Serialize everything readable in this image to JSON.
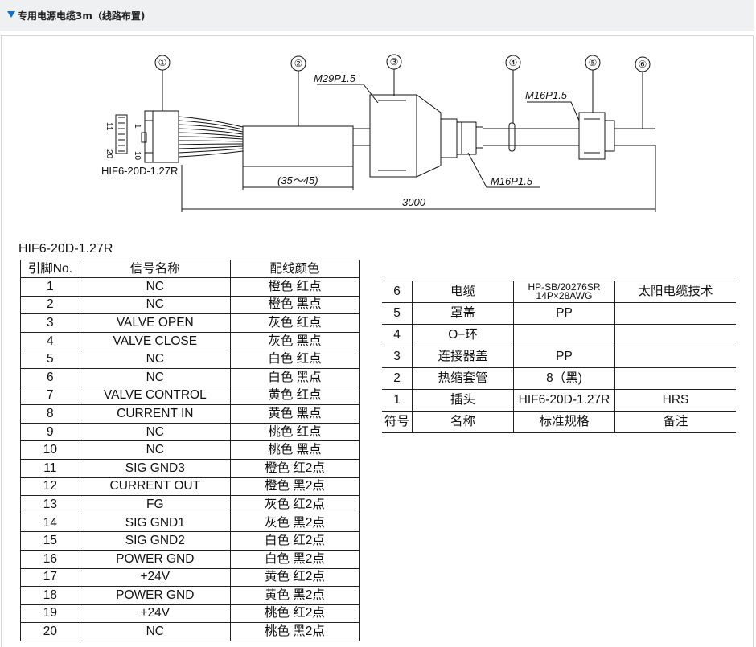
{
  "header": {
    "title": "专用电源电缆3m（线路布置)"
  },
  "drawing": {
    "callouts": [
      "①",
      "②",
      "③",
      "④",
      "⑤",
      "⑥"
    ],
    "labels": {
      "m29": "M29P1.5",
      "m16_top": "M16P1.5",
      "m16_bottom": "M16P1.5",
      "range": "(35～45)",
      "length": "3000",
      "connector": "HIF6-20D-1.27R",
      "pin_11": "11",
      "pin_1": "1",
      "pin_20": "20",
      "pin_10": "10"
    }
  },
  "pin_table": {
    "caption": "HIF6-20D-1.27R",
    "headers": [
      "引脚No.",
      "信号名称",
      "配线颜色"
    ],
    "rows": [
      [
        "1",
        "NC",
        "橙色 红点"
      ],
      [
        "2",
        "NC",
        "橙色 黑点"
      ],
      [
        "3",
        "VALVE OPEN",
        "灰色 红点"
      ],
      [
        "4",
        "VALVE CLOSE",
        "灰色 黑点"
      ],
      [
        "5",
        "NC",
        "白色 红点"
      ],
      [
        "6",
        "NC",
        "白色 黑点"
      ],
      [
        "7",
        "VALVE CONTROL",
        "黄色 红点"
      ],
      [
        "8",
        "CURRENT IN",
        "黄色 黑点"
      ],
      [
        "9",
        "NC",
        "桃色 红点"
      ],
      [
        "10",
        "NC",
        "桃色 黑点"
      ],
      [
        "11",
        "SIG GND3",
        "橙色 红2点"
      ],
      [
        "12",
        "CURRENT OUT",
        "橙色 黑2点"
      ],
      [
        "13",
        "FG",
        "灰色 红2点"
      ],
      [
        "14",
        "SIG GND1",
        "灰色 黑2点"
      ],
      [
        "15",
        "SIG GND2",
        "白色 红2点"
      ],
      [
        "16",
        "POWER GND",
        "白色 黑2点"
      ],
      [
        "17",
        "+24V",
        "黄色 红2点"
      ],
      [
        "18",
        "POWER GND",
        "黄色 黑2点"
      ],
      [
        "19",
        "+24V",
        "桃色 红2点"
      ],
      [
        "20",
        "NC",
        "桃色 黑2点"
      ]
    ]
  },
  "parts_table": {
    "rows": [
      {
        "no": "6",
        "name": "电缆",
        "spec_line1": "HP-SB/20276SR",
        "spec_line2": "14P×28AWG",
        "note": "太阳电缆技术"
      },
      {
        "no": "5",
        "name": "罩盖",
        "spec": "PP",
        "note": ""
      },
      {
        "no": "4",
        "name": "O−环",
        "spec": "",
        "note": ""
      },
      {
        "no": "3",
        "name": "连接器盖",
        "spec": "PP",
        "note": ""
      },
      {
        "no": "2",
        "name": "热缩套管",
        "spec": "8（黑)",
        "note": ""
      },
      {
        "no": "1",
        "name": "插头",
        "spec": "HIF6-20D-1.27R",
        "note": "HRS"
      }
    ],
    "footer": {
      "no": "符号",
      "name": "名称",
      "spec": "标准规格",
      "note": "备注"
    }
  }
}
